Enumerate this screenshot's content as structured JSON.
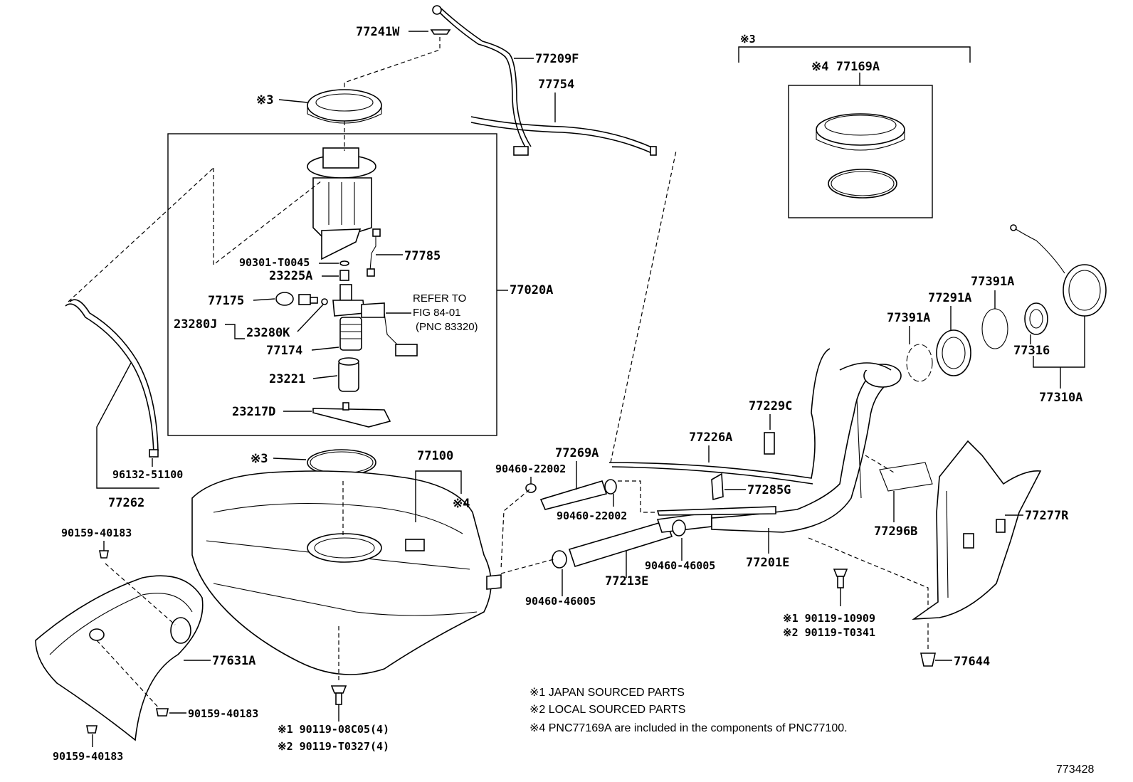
{
  "callouts": {
    "p77241W": "77241W",
    "p77209F": "77209F",
    "p77754": "77754",
    "ring_top_note": "※3",
    "p90301": "90301-T0045",
    "p77785": "77785",
    "p23225A": "23225A",
    "p77175": "77175",
    "p23280J": "23280J",
    "p23280K": "23280K",
    "p77174": "77174",
    "p23221": "23221",
    "p23217D": "23217D",
    "p77020A": "77020A",
    "refer_line1": "REFER TO",
    "refer_line2": "FIG 84-01",
    "refer_line3": "(PNC 83320)",
    "p96132": "96132-51100",
    "p77262": "77262",
    "gasket_note": "※3",
    "p77100": "77100",
    "note4": "※4",
    "p90159_a": "90159-40183",
    "p90159_b": "90159-40183",
    "p90159_c": "90159-40183",
    "p77631A": "77631A",
    "bolt_tank_1": "※1 90119-08C05(4)",
    "bolt_tank_2": "※2 90119-T0327(4)",
    "p90460_22002_a": "90460-22002",
    "p77269A": "77269A",
    "p90460_22002_b": "90460-22002",
    "p90460_46005_a": "90460-46005",
    "p90460_46005_b": "90460-46005",
    "p77213E": "77213E",
    "p77201E": "77201E",
    "p77226A": "77226A",
    "p77229C": "77229C",
    "p77285G": "77285G",
    "p77296B": "77296B",
    "p77277R": "77277R",
    "bolt_filler_1": "※1 90119-10909",
    "bolt_filler_2": "※2 90119-T0341",
    "p77644": "77644",
    "p77391A_a": "77391A",
    "p77391A_b": "77391A",
    "p77291A": "77291A",
    "p77316": "77316",
    "p77310A": "77310A",
    "kit_note3": "※3",
    "kit_note4": "※4 77169A"
  },
  "notes": [
    "※1 JAPAN SOURCED PARTS",
    "※2 LOCAL SOURCED PARTS",
    "※4 PNC77169A are included in the components of PNC77100."
  ],
  "figure_number": "773428"
}
